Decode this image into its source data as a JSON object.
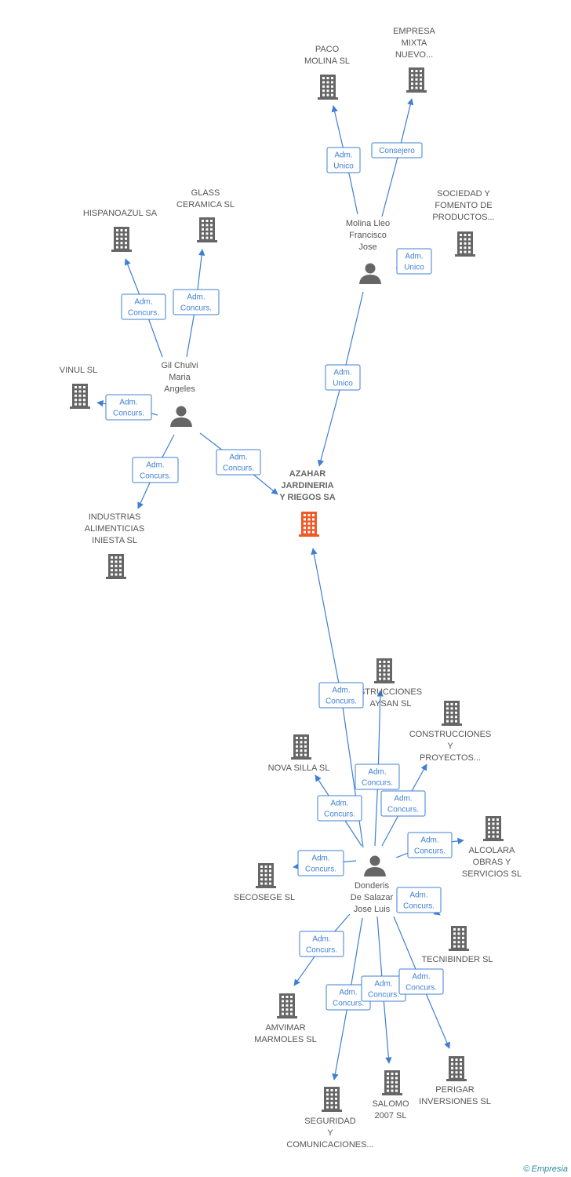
{
  "colors": {
    "edge": "#3f7fd3",
    "node": "#666666",
    "highlight": "#f05a28"
  },
  "nodes": [
    {
      "id": "azahar",
      "type": "company",
      "highlight": true,
      "label": [
        "AZAHAR",
        "JARDINERIA",
        "Y RIEGOS SA"
      ]
    },
    {
      "id": "paco",
      "type": "company",
      "label": [
        "PACO",
        "MOLINA SL"
      ]
    },
    {
      "id": "empresa",
      "type": "company",
      "label": [
        "EMPRESA",
        "MIXTA",
        "NUEVO..."
      ]
    },
    {
      "id": "sociedad",
      "type": "company",
      "label": [
        "SOCIEDAD Y",
        "FOMENTO DE",
        "PRODUCTOS..."
      ]
    },
    {
      "id": "molina",
      "type": "person",
      "label": [
        "Molina Lleo",
        "Francisco",
        "Jose"
      ]
    },
    {
      "id": "hispanoazul",
      "type": "company",
      "label": [
        "HISPANOAZUL SA"
      ]
    },
    {
      "id": "glass",
      "type": "company",
      "label": [
        "GLASS",
        "CERAMICA SL"
      ]
    },
    {
      "id": "vinul",
      "type": "company",
      "label": [
        "VINUL SL"
      ]
    },
    {
      "id": "gil",
      "type": "person",
      "label": [
        "Gil Chulvi",
        "Maria",
        "Angeles"
      ]
    },
    {
      "id": "industrias",
      "type": "company",
      "label": [
        "INDUSTRIAS",
        "ALIMENTICIAS",
        "INIESTA SL"
      ]
    },
    {
      "id": "construcaysan",
      "type": "company",
      "label": [
        "STRUCCIONES",
        "AYSAN SL"
      ]
    },
    {
      "id": "construcproy",
      "type": "company",
      "label": [
        "CONSTRUCCIONES",
        "Y",
        "PROYECTOS..."
      ]
    },
    {
      "id": "novasilla",
      "type": "company",
      "label": [
        "NOVA SILLA SL"
      ]
    },
    {
      "id": "alcolara",
      "type": "company",
      "label": [
        "ALCOLARA",
        "OBRAS Y",
        "SERVICIOS SL"
      ]
    },
    {
      "id": "secosege",
      "type": "company",
      "label": [
        "SECOSEGE SL"
      ]
    },
    {
      "id": "donderis",
      "type": "person",
      "label": [
        "Donderis",
        "De Salazar",
        "Jose Luis"
      ]
    },
    {
      "id": "tecnibinder",
      "type": "company",
      "label": [
        "TECNIBINDER SL"
      ]
    },
    {
      "id": "amvimar",
      "type": "company",
      "label": [
        "AMVIMAR",
        "MARMOLES SL"
      ]
    },
    {
      "id": "perigar",
      "type": "company",
      "label": [
        "PERIGAR",
        "INVERSIONES SL"
      ]
    },
    {
      "id": "salomo",
      "type": "company",
      "label": [
        "SALOMO",
        "2007 SL"
      ]
    },
    {
      "id": "seguridad",
      "type": "company",
      "label": [
        "SEGURIDAD",
        "Y",
        "COMUNICACIONES..."
      ]
    }
  ],
  "edges": [
    {
      "id": "e1",
      "from": "molina",
      "to": "paco",
      "label": [
        "Adm.",
        "Unico"
      ]
    },
    {
      "id": "e2",
      "from": "molina",
      "to": "empresa",
      "label": [
        "Consejero"
      ]
    },
    {
      "id": "e3",
      "from": "molina",
      "to": "sociedad",
      "label": [
        "Adm.",
        "Unico"
      ]
    },
    {
      "id": "e4",
      "from": "molina",
      "to": "azahar",
      "label": [
        "Adm.",
        "Unico"
      ]
    },
    {
      "id": "e5",
      "from": "gil",
      "to": "hispanoazul",
      "label": [
        "Adm.",
        "Concurs."
      ]
    },
    {
      "id": "e6",
      "from": "gil",
      "to": "glass",
      "label": [
        "Adm.",
        "Concurs."
      ]
    },
    {
      "id": "e7",
      "from": "gil",
      "to": "vinul",
      "label": [
        "Adm.",
        "Concurs."
      ]
    },
    {
      "id": "e8",
      "from": "gil",
      "to": "industrias",
      "label": [
        "Adm.",
        "Concurs."
      ]
    },
    {
      "id": "e9",
      "from": "gil",
      "to": "azahar",
      "label": [
        "Adm.",
        "Concurs."
      ]
    },
    {
      "id": "e10",
      "from": "donderis",
      "to": "azahar",
      "label": [
        "Adm.",
        "Concurs."
      ]
    },
    {
      "id": "e11",
      "from": "donderis",
      "to": "construcaysan",
      "label": [
        "Adm.",
        "Concurs."
      ]
    },
    {
      "id": "e12",
      "from": "donderis",
      "to": "construcproy",
      "label": [
        "Adm.",
        "Concurs."
      ]
    },
    {
      "id": "e13",
      "from": "donderis",
      "to": "novasilla",
      "label": [
        "Adm.",
        "Concurs."
      ]
    },
    {
      "id": "e14",
      "from": "donderis",
      "to": "alcolara",
      "label": [
        "Adm.",
        "Concurs."
      ]
    },
    {
      "id": "e15",
      "from": "donderis",
      "to": "secosege",
      "label": [
        "Adm.",
        "Concurs."
      ]
    },
    {
      "id": "e16",
      "from": "donderis",
      "to": "tecnibinder",
      "label": [
        "Adm.",
        "Concurs."
      ]
    },
    {
      "id": "e17",
      "from": "donderis",
      "to": "amvimar",
      "label": [
        "Adm.",
        "Concurs."
      ]
    },
    {
      "id": "e18",
      "from": "donderis",
      "to": "seguridad",
      "label": [
        "Adm.",
        "Concurs."
      ]
    },
    {
      "id": "e19",
      "from": "donderis",
      "to": "salomo",
      "label": [
        "Adm.",
        "Concurs."
      ]
    },
    {
      "id": "e20",
      "from": "donderis",
      "to": "perigar",
      "label": [
        "Adm.",
        "Concurs."
      ]
    }
  ],
  "watermark": {
    "symbol": "©",
    "brand": "Empresia"
  }
}
